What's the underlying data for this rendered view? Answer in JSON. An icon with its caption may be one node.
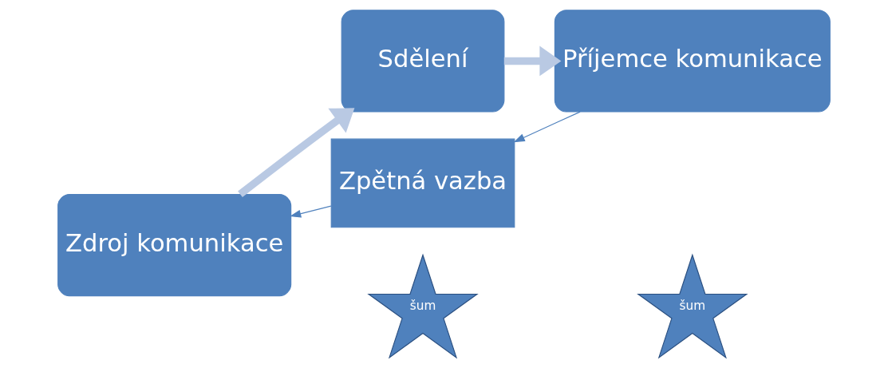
{
  "diagram": {
    "nodes": [
      {
        "text": [
          "Zdroj komunikace"
        ]
      },
      {
        "text": [
          "Sdělení"
        ]
      },
      {
        "text": [
          "Příjemce komunikace"
        ]
      },
      {
        "text": [
          "šum"
        ]
      },
      {
        "text": [
          "šum"
        ]
      },
      {
        "text": [
          "Zpětná vazba"
        ]
      }
    ],
    "edges": [
      {
        "from": 0,
        "to": 1,
        "arrow": "to",
        "style": "thick",
        "color": "#b9c9e3"
      },
      {
        "from": 1,
        "to": 2,
        "arrow": "to",
        "style": "thick",
        "color": "#b9c9e3"
      },
      {
        "from": 2,
        "to": 5,
        "arrow": "to",
        "color": "#4f81bd"
      },
      {
        "from": 5,
        "to": 0,
        "arrow": "to",
        "color": "#4f81bd"
      }
    ]
  }
}
